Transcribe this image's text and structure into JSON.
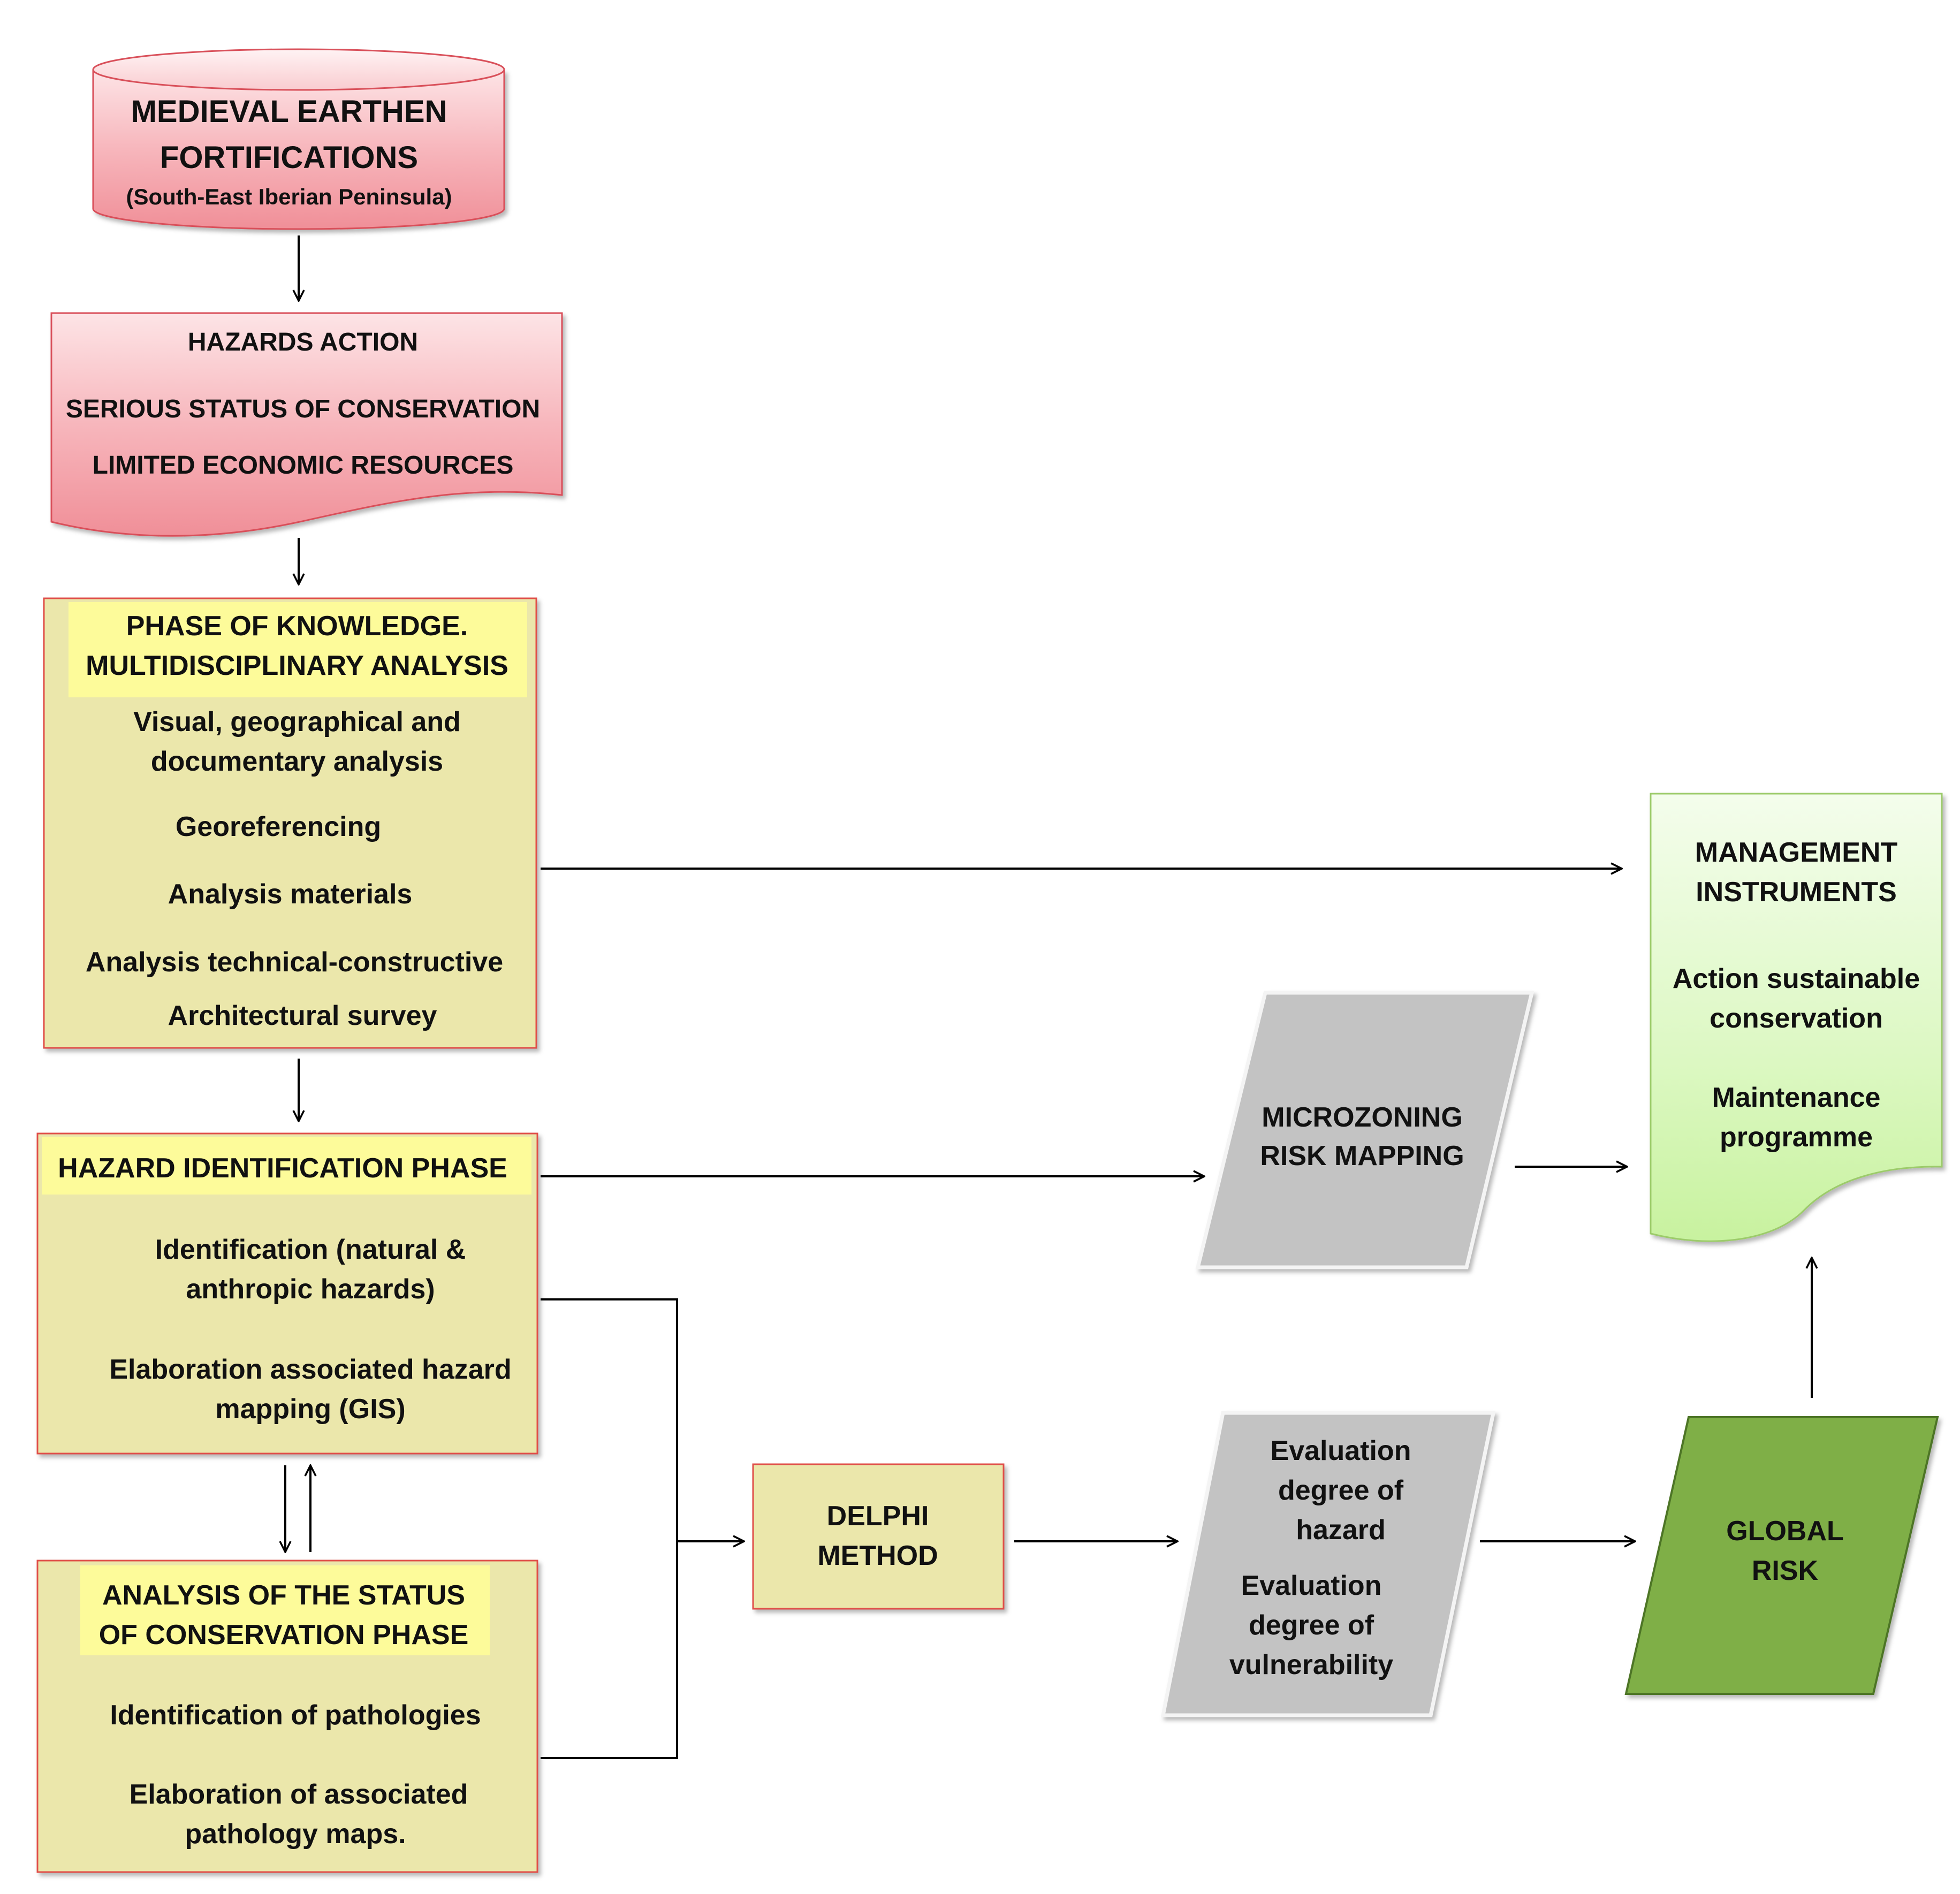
{
  "nodes": {
    "fortifications": {
      "title_line1": "MEDIEVAL EARTHEN",
      "title_line2": "FORTIFICATIONS",
      "subtitle": "(South-East Iberian Peninsula)"
    },
    "hazards": {
      "line1": "HAZARDS ACTION",
      "line2": "SERIOUS STATUS OF CONSERVATION",
      "line3": "LIMITED ECONOMIC RESOURCES"
    },
    "knowledge": {
      "header_line1": "PHASE OF KNOWLEDGE.",
      "header_line2": "MULTIDISCIPLINARY ANALYSIS",
      "item1_line1": "Visual, geographical and",
      "item1_line2": "documentary analysis",
      "item2": "Georeferencing",
      "item3": "Analysis materials",
      "item4": "Analysis technical-constructive",
      "item5": "Architectural survey"
    },
    "hazard_id": {
      "header": "HAZARD IDENTIFICATION PHASE",
      "item1_line1": "Identification (natural &",
      "item1_line2": "anthropic hazards)",
      "item2_line1": "Elaboration associated hazard",
      "item2_line2": "mapping (GIS)"
    },
    "conservation": {
      "header_line1": "ANALYSIS OF THE STATUS",
      "header_line2": "OF CONSERVATION PHASE",
      "item1": "Identification of pathologies",
      "item2_line1": "Elaboration of associated",
      "item2_line2": "pathology maps."
    },
    "delphi": {
      "line1": "DELPHI",
      "line2": "METHOD"
    },
    "microzoning": {
      "line1": "MICROZONING",
      "line2": "RISK MAPPING"
    },
    "evaluation": {
      "line1": "Evaluation",
      "line2": "degree of",
      "line3": "hazard",
      "line4": "Evaluation",
      "line5": "degree of",
      "line6": "vulnerability"
    },
    "global_risk": {
      "line1": "GLOBAL",
      "line2": "RISK"
    },
    "management": {
      "line1": "MANAGEMENT",
      "line2": "INSTRUMENTS",
      "line3": "Action sustainable",
      "line4": "conservation",
      "line5": "Maintenance",
      "line6": "programme"
    }
  },
  "colors": {
    "pink_fill": "#f7b6bc",
    "pink_border": "#d9505a",
    "beige_fill": "#ebe7ab",
    "beige_border": "#e0504a",
    "yellow_highlight": "#fdfb9a",
    "gray_fill": "#c3c3c3",
    "green_fill": "#7faf47",
    "green_border": "#4e7526",
    "light_green_fill": "#d4f7b4",
    "light_green_border": "#9ccb6b"
  }
}
